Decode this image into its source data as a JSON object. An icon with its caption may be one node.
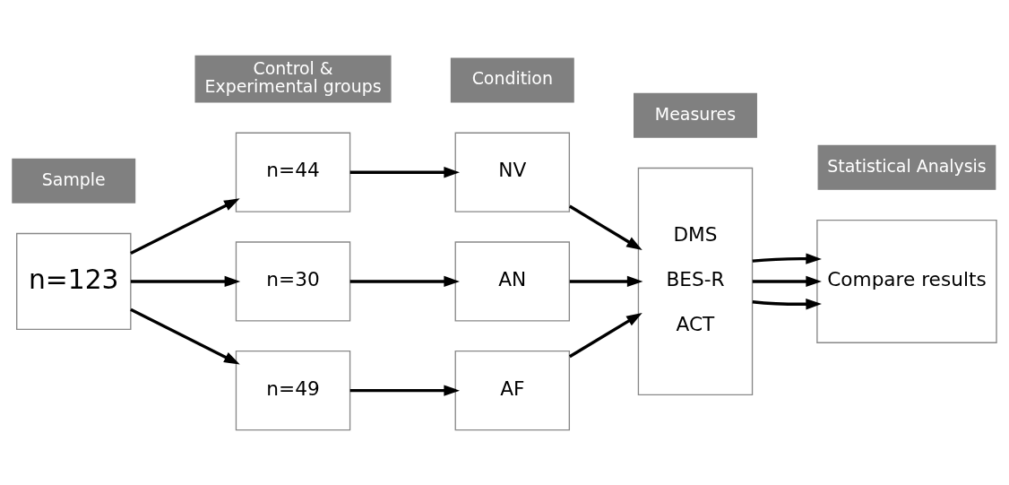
{
  "diagram": {
    "nodes": [
      {
        "text": [
          "Sample"
        ]
      },
      {
        "text": [
          "n=123"
        ]
      },
      {
        "text": [
          "Control & Experimental groups"
        ]
      },
      {
        "text": [
          "n=44"
        ]
      },
      {
        "text": [
          "n=30"
        ]
      },
      {
        "text": [
          "n=49"
        ]
      },
      {
        "text": [
          "Condition"
        ]
      },
      {
        "text": [
          "NV"
        ]
      },
      {
        "text": [
          "AN"
        ]
      },
      {
        "text": [
          "AF"
        ]
      },
      {
        "text": [
          "Measures"
        ]
      },
      {
        "text": [
          "DMS",
          "BES-R",
          "ACT"
        ]
      },
      {
        "text": [
          "Statistical Analysis"
        ]
      },
      {
        "text": [
          "Compare results"
        ]
      }
    ],
    "edges": [
      {
        "from": 1,
        "to": 3,
        "arrow": "to"
      },
      {
        "from": 1,
        "to": 4,
        "arrow": "to"
      },
      {
        "from": 1,
        "to": 5,
        "arrow": "to"
      },
      {
        "from": 3,
        "to": 7,
        "arrow": "to"
      },
      {
        "from": 4,
        "to": 8,
        "arrow": "to"
      },
      {
        "from": 5,
        "to": 9,
        "arrow": "to"
      },
      {
        "from": 7,
        "to": 11,
        "arrow": "to"
      },
      {
        "from": 8,
        "to": 11,
        "arrow": "to"
      },
      {
        "from": 9,
        "to": 11,
        "arrow": "to"
      },
      {
        "from": 11,
        "to": 13,
        "arrow": "to"
      },
      {
        "from": 11,
        "to": 13,
        "arrow": "to"
      },
      {
        "from": 11,
        "to": 13,
        "arrow": "to"
      }
    ]
  }
}
